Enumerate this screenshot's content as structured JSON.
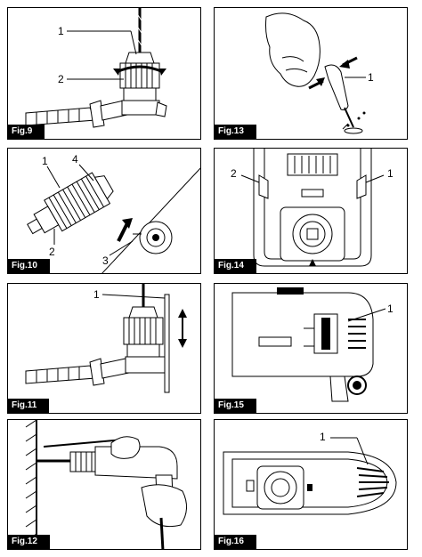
{
  "figures": [
    {
      "id": "fig9",
      "caption": "Fig.9",
      "callouts": [
        "1",
        "2"
      ]
    },
    {
      "id": "fig13",
      "caption": "Fig.13",
      "callouts": [
        "1"
      ]
    },
    {
      "id": "fig10",
      "caption": "Fig.10",
      "callouts": [
        "1",
        "4",
        "2",
        "3"
      ]
    },
    {
      "id": "fig14",
      "caption": "Fig.14",
      "callouts": [
        "2",
        "1"
      ]
    },
    {
      "id": "fig11",
      "caption": "Fig.11",
      "callouts": [
        "1"
      ]
    },
    {
      "id": "fig15",
      "caption": "Fig.15",
      "callouts": [
        "1"
      ]
    },
    {
      "id": "fig12",
      "caption": "Fig.12",
      "callouts": []
    },
    {
      "id": "fig16",
      "caption": "Fig.16",
      "callouts": [
        "1"
      ]
    }
  ],
  "colors": {
    "line": "#000000",
    "fill": "#ffffff",
    "shade": "#d9d9d9"
  }
}
